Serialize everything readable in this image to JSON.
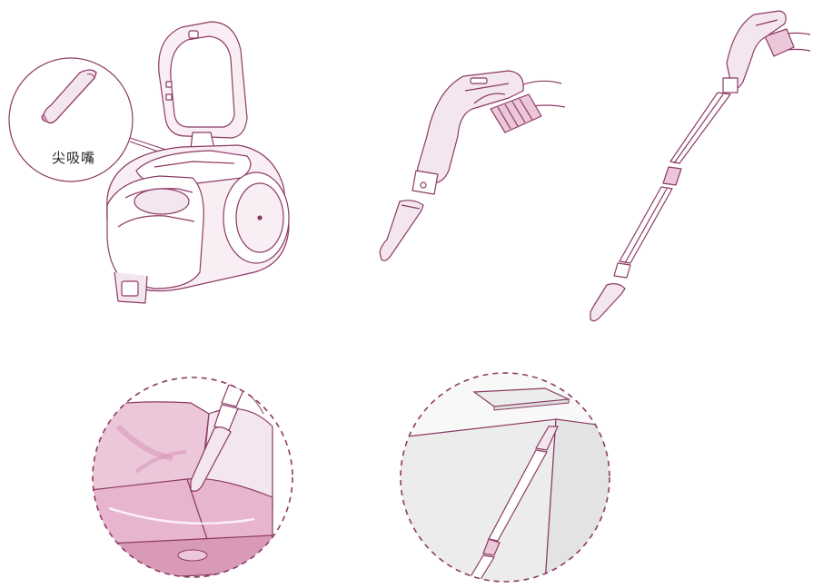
{
  "callout": {
    "label": "尖吸嘴",
    "icon": "crevice-nozzle-icon"
  },
  "figures": [
    {
      "name": "vacuum-open-body",
      "icon": "canister-vacuum-icon"
    },
    {
      "name": "handle-with-nozzle",
      "icon": "handle-nozzle-icon"
    },
    {
      "name": "handle-pipe-with-nozzle",
      "icon": "handle-pipe-nozzle-icon"
    },
    {
      "name": "sofa-cleaning-detail",
      "icon": "sofa-detail-icon"
    },
    {
      "name": "corner-cleaning-detail",
      "icon": "corner-detail-icon"
    }
  ],
  "colors": {
    "line": "#8c3a64",
    "fill_light": "#f4e6ee",
    "fill_pink": "#ecc6d9",
    "fill_pink_dark": "#d99ab9",
    "dash": "#8c3a64",
    "grey": "#d9d9d9"
  }
}
